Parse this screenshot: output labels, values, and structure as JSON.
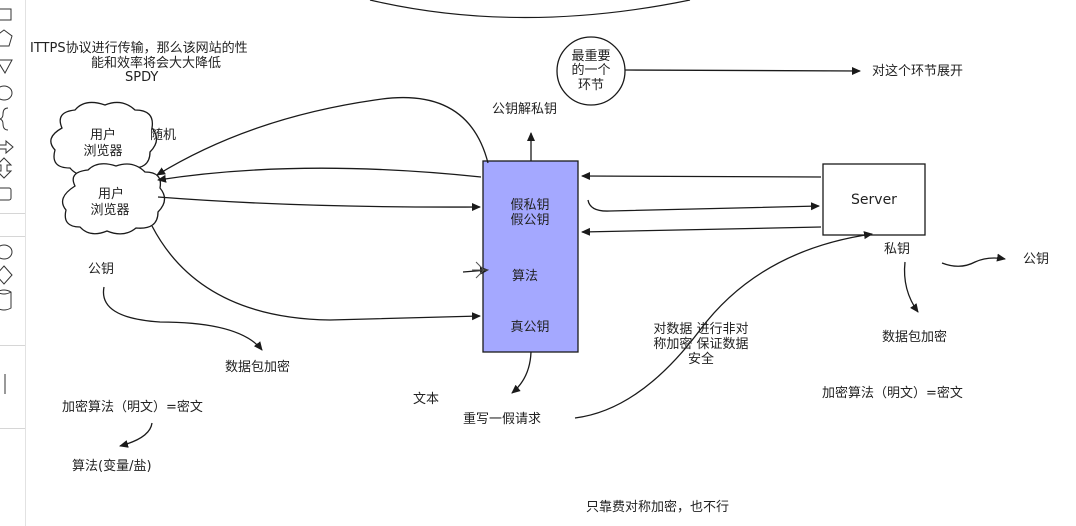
{
  "texts": {
    "https_line1": "ITTPS协议进行传输，那么该网站的性",
    "https_line2": "能和效率将会大大降低",
    "spdy": "SPDY",
    "most_important_1": "最重要",
    "most_important_2": "的一个",
    "most_important_3": "环节",
    "expand": "对这个环节展开",
    "browser1_l1": "用户",
    "browser1_l2": "浏览器",
    "random": "随机",
    "browser2_l1": "用户",
    "browser2_l2": "浏览器",
    "pubkey_left": "公钥",
    "packet_encrypt_left": "数据包加密",
    "algo_left": "加密算法（明文）=密文",
    "algo_salt": "算法(变量/盐)",
    "pub_decrypt_priv": "公钥解私钥",
    "mid_fake_priv": "假私钥",
    "mid_fake_pub": "假公钥",
    "mid_algo": "算法",
    "mid_real_pub": "真公钥",
    "text_label": "文本",
    "rewrite_fake": "重写一假请求",
    "asym_l1": "对数据 进行非对",
    "asym_l2": "称加密 保证数据",
    "asym_l3": "安全",
    "server": "Server",
    "private_key": "私钥",
    "pubkey_right": "公钥",
    "packet_encrypt_right": "数据包加密",
    "algo_right": "加密算法（明文）=密文",
    "bottom_note": "只靠费对称加密，也不行"
  },
  "colors": {
    "mid_box_fill": "#a4a8ff",
    "stroke": "#1a1a1a"
  },
  "icons": [
    "rectangle-icon",
    "pentagon-icon",
    "triangle-icon",
    "circle-icon",
    "brace-icon",
    "arrow-icon",
    "double-arrow-icon",
    "rounded-rect-icon",
    "circle-icon",
    "diamond-icon",
    "cylinder-icon",
    "line-icon"
  ]
}
